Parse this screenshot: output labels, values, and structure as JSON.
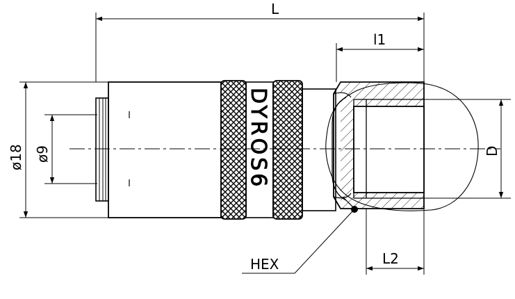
{
  "dimensions": {
    "overall_length": "L",
    "thread_length": "l1",
    "dim_D": "D",
    "dim_L2": "L2",
    "diameter_18": "ø18",
    "diameter_9": "ø9",
    "hex": "HEX"
  },
  "body_marking": "DYROS6",
  "colors": {
    "line": "#000000",
    "background": "#ffffff"
  }
}
